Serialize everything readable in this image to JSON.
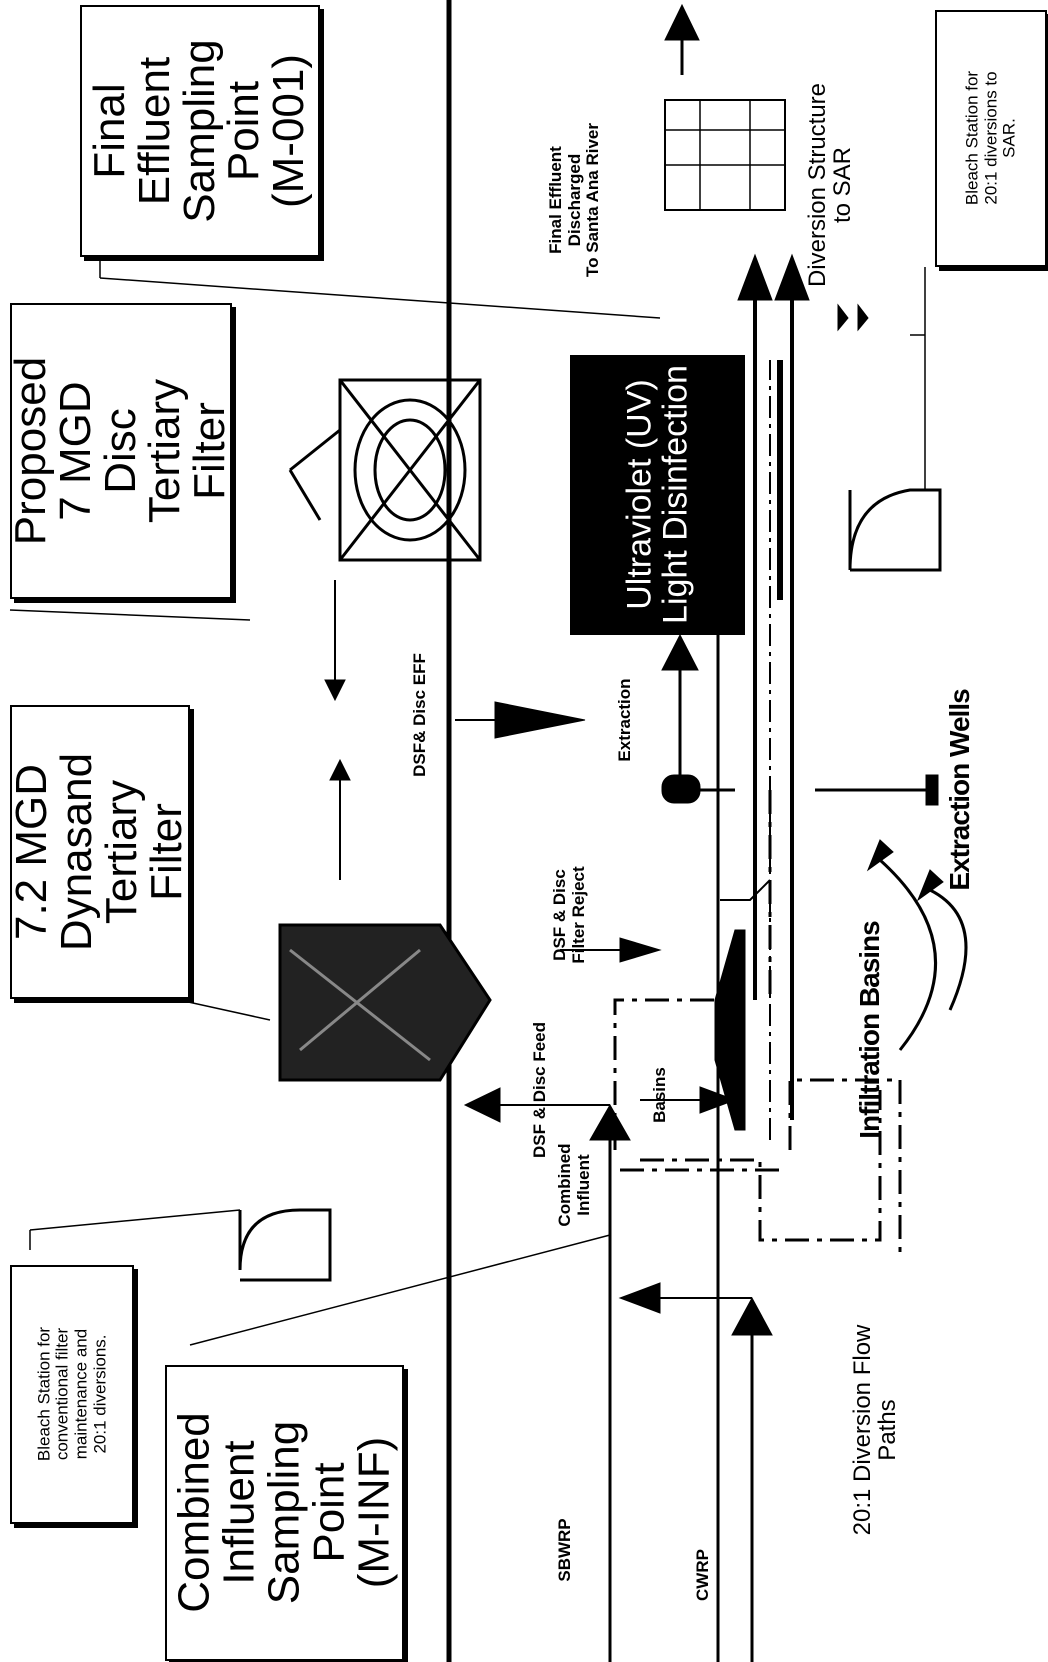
{
  "boxes": {
    "final_effluent": "Final\nEffluent\nSampling\nPoint\n(M-001)",
    "proposed_filter": "Proposed\n7 MGD\nDisc\nTertiary\nFilter",
    "dynasand_filter": "7.2 MGD\nDynasand\nTertiary\nFilter",
    "bleach_conventional": "Bleach Station for\nconventional filter\nmaintenance and\n20:1 diversions.",
    "combined_influent_point": "Combined\nInfluent\nSampling\nPoint\n(M-INF)",
    "bleach_sar": "Bleach Station for\n20:1 diversions to\nSAR."
  },
  "uv": "Ultraviolet (UV)\nLight Disinfection",
  "labels": {
    "final_discharge": "Final Effluent\nDischarged\nTo Santa Ana River",
    "diversion_structure": "Diversion Structure\nto SAR",
    "dsf_disc_eff": "DSF& Disc EFF",
    "extraction": "Extraction",
    "extraction_wells": "Extraction Wells",
    "filter_reject": "DSF & Disc\nFilter Reject",
    "dsf_disc_feed": "DSF & Disc Feed",
    "basins": "Basins",
    "combined_influent": "Combined\nInfluent",
    "infiltration_basins": "Infiltration Basins",
    "diversion_paths": "20:1 Diversion Flow\nPaths",
    "sbwrp": "SBWRP",
    "cwrp": "CWRP"
  }
}
